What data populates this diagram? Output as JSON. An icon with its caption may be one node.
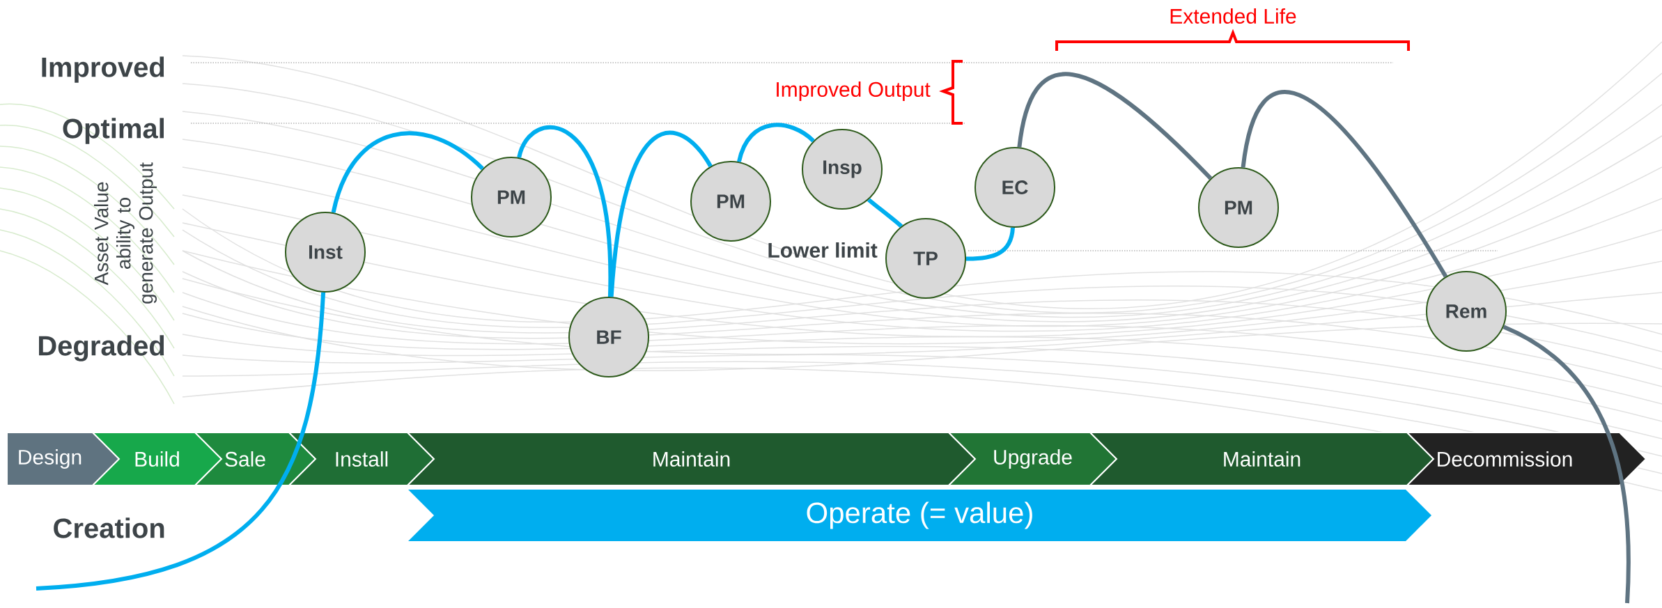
{
  "diagram": {
    "nodes": [
      {
        "text": [
          "Inst"
        ]
      },
      {
        "text": [
          "PM"
        ]
      },
      {
        "text": [
          "BF"
        ]
      },
      {
        "text": [
          "PM"
        ]
      },
      {
        "text": [
          "Insp"
        ]
      },
      {
        "text": [
          "TP"
        ]
      },
      {
        "text": [
          "EC"
        ]
      },
      {
        "text": [
          "PM"
        ]
      },
      {
        "text": [
          "Rem"
        ]
      },
      {
        "text": [
          "Design"
        ]
      },
      {
        "text": [
          "Build"
        ]
      },
      {
        "text": [
          "Sale"
        ]
      },
      {
        "text": [
          "Install"
        ]
      },
      {
        "text": [
          "Maintain"
        ]
      },
      {
        "text": [
          "Upgrade"
        ]
      },
      {
        "text": [
          "Maintain"
        ]
      },
      {
        "text": [
          "Decommission"
        ]
      },
      {
        "text": [
          "Operate (= value)"
        ]
      }
    ],
    "edges": [
      {
        "from": null,
        "to": 0,
        "arrow": "none"
      },
      {
        "from": 0,
        "to": 1,
        "arrow": "none"
      },
      {
        "from": 1,
        "to": 2,
        "arrow": "none"
      },
      {
        "from": 2,
        "to": 3,
        "arrow": "none"
      },
      {
        "from": 3,
        "to": 4,
        "arrow": "none"
      },
      {
        "from": 4,
        "to": 5,
        "arrow": "none"
      },
      {
        "from": 5,
        "to": 6,
        "arrow": "none"
      },
      {
        "from": 6,
        "to": 7,
        "arrow": "none",
        "color": "#5f7482"
      },
      {
        "from": 7,
        "to": 8,
        "arrow": "none",
        "color": "#5f7482"
      },
      {
        "from": 8,
        "to": null,
        "arrow": "none",
        "color": "#5f7482"
      }
    ],
    "labels": [
      "Extended Life",
      "Improved",
      "Improved Output",
      "Optimal",
      "Asset Value ability to generate Output",
      "Lower limit",
      "Degraded",
      "Creation"
    ]
  }
}
